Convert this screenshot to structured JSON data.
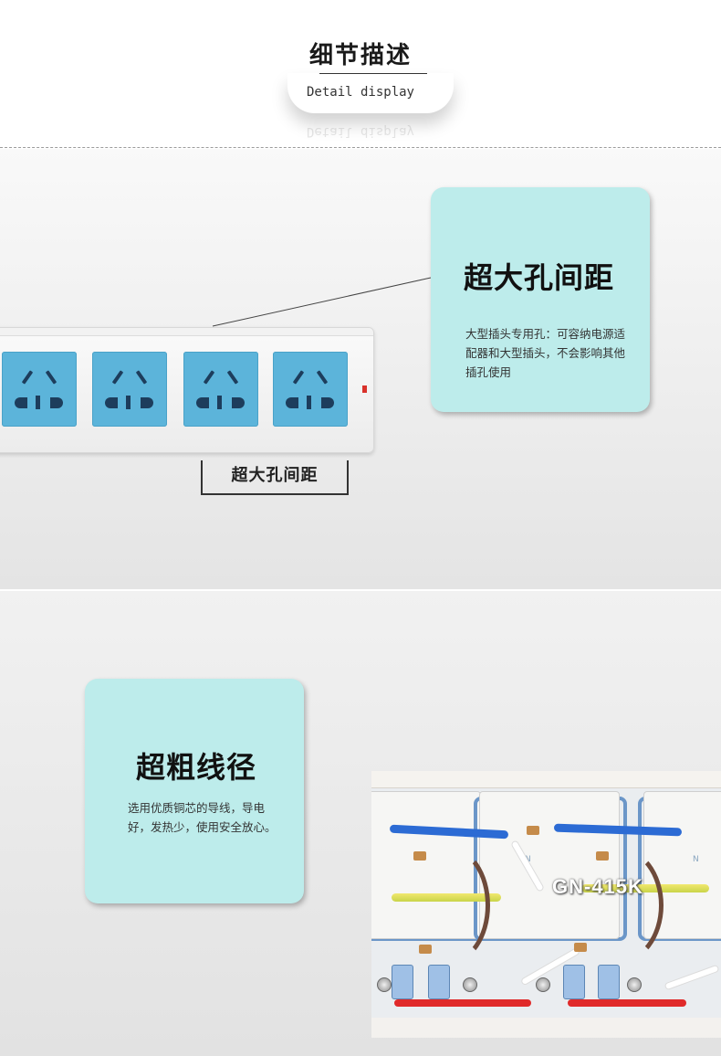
{
  "header": {
    "title_zh": "细节描述",
    "title_en": "Detail display"
  },
  "section1": {
    "card_title": "超大孔间距",
    "card_desc": "大型插头专用孔：可容纳电源适配器和大型插头，不会影响其他插孔使用",
    "label": "超大孔间距",
    "socket_color": "#5cb4da",
    "card_color": "#bdeceb"
  },
  "section2": {
    "card_title": "超粗线径",
    "card_desc": "选用优质铜芯的导线，导电好，发热少，使用安全放心。",
    "model": "GN-415K",
    "neutral_mark": "N"
  },
  "colors": {
    "accent_teal": "#bdeceb",
    "wire_blue": "#2c6bd4",
    "wire_red": "#e02a2a",
    "wire_yellow": "#d9dc55",
    "wire_brown": "#6e4a3a"
  }
}
